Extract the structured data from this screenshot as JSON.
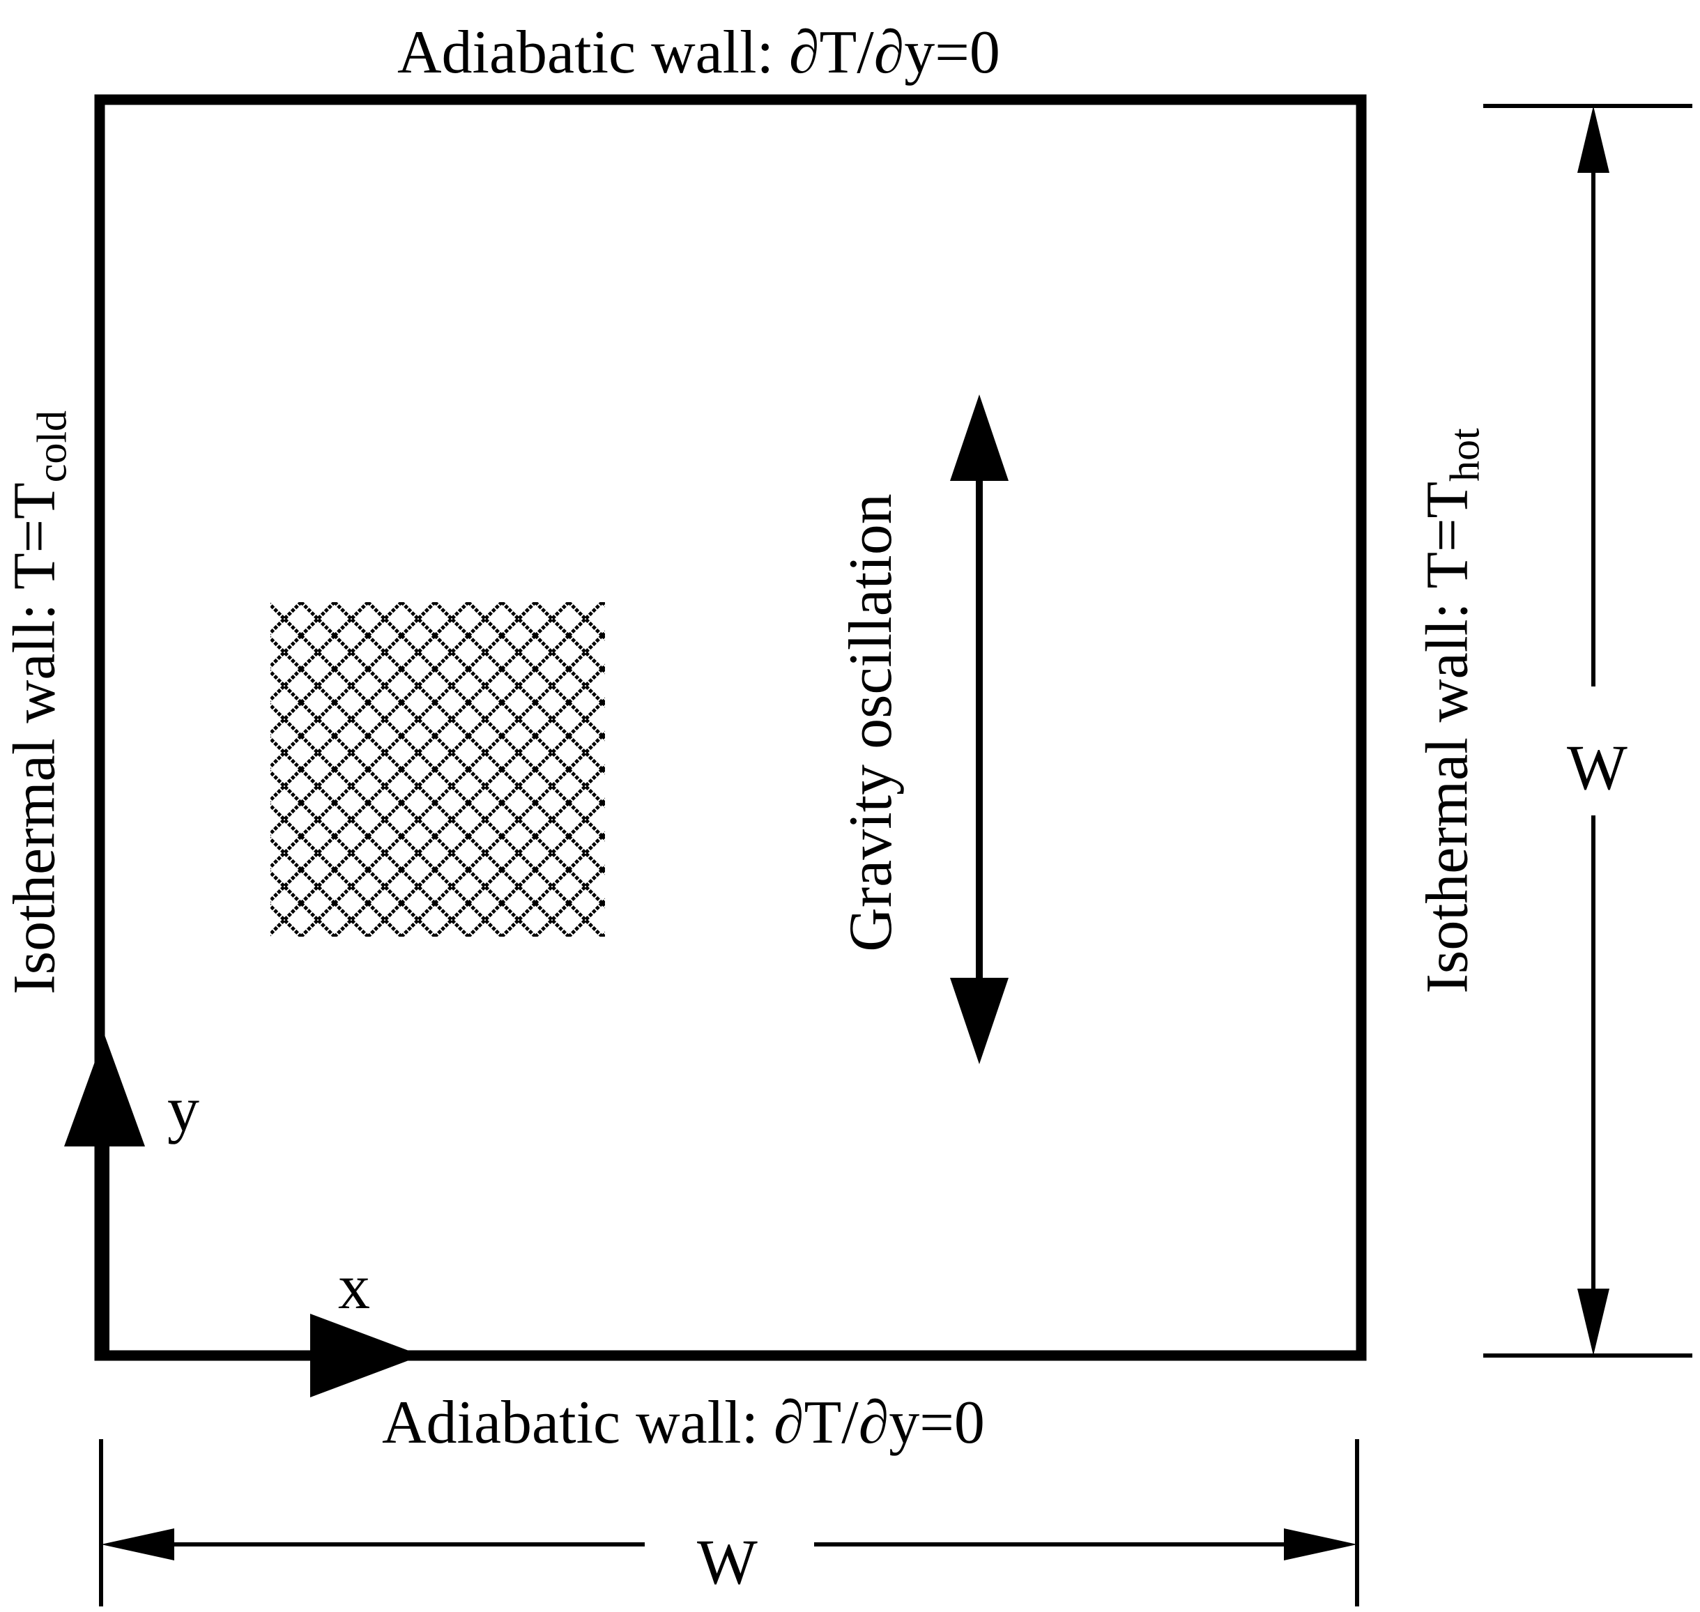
{
  "labels": {
    "top_wall": "Adiabatic wall: ∂T/∂y=0",
    "bottom_wall": "Adiabatic wall: ∂T/∂y=0",
    "left_wall_prefix": "Isothermal wall: T=T",
    "left_wall_subscript": "cold",
    "right_wall_prefix": "Isothermal wall: T=T",
    "right_wall_subscript": "hot",
    "gravity": "Gravity oscillation",
    "x_axis": "x",
    "y_axis": "y",
    "width_dimension": "W",
    "height_dimension": "W"
  }
}
